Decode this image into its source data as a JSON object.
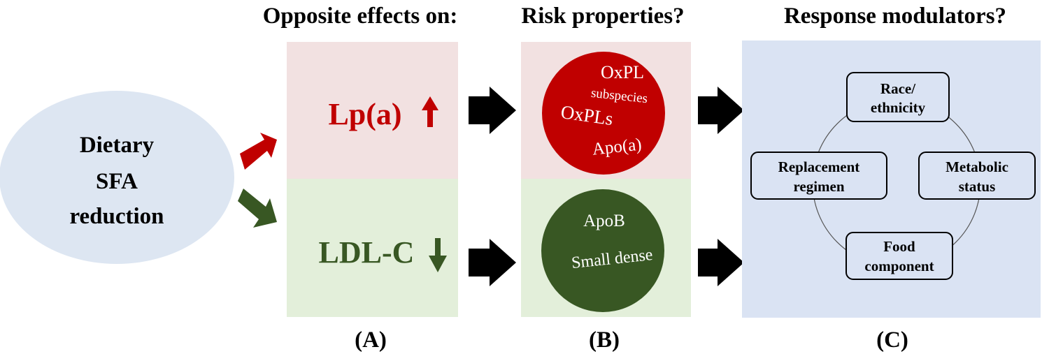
{
  "headers": {
    "opposite": "Opposite effects on:",
    "risk": "Risk properties?",
    "response": "Response modulators?"
  },
  "source_node": {
    "line1": "Dietary",
    "line2": "SFA",
    "line3": "reduction"
  },
  "effects": {
    "lpa": "Lp(a)",
    "ldlc": "LDL-C"
  },
  "risk_top": {
    "oxpl": "OxPL",
    "subspecies": "subspecies",
    "oxpls": "OxPLs",
    "apoa": "Apo(a)"
  },
  "risk_bottom": {
    "apob": "ApoB",
    "small_dense": "Small dense"
  },
  "modulators": {
    "race": [
      "Race/",
      "ethnicity"
    ],
    "replacement": [
      "Replacement",
      "regimen"
    ],
    "metabolic": [
      "Metabolic",
      "status"
    ],
    "food": [
      "Food",
      "component"
    ]
  },
  "panel_labels": {
    "a": "(A)",
    "b": "(B)",
    "c": "(C)"
  },
  "colors": {
    "red": "#c00000",
    "green": "#385723",
    "pink_bg": "#f2e1e1",
    "green_bg": "#e3efda",
    "blue_bg": "#dae3f3",
    "ellipse": "#dde6f2"
  }
}
